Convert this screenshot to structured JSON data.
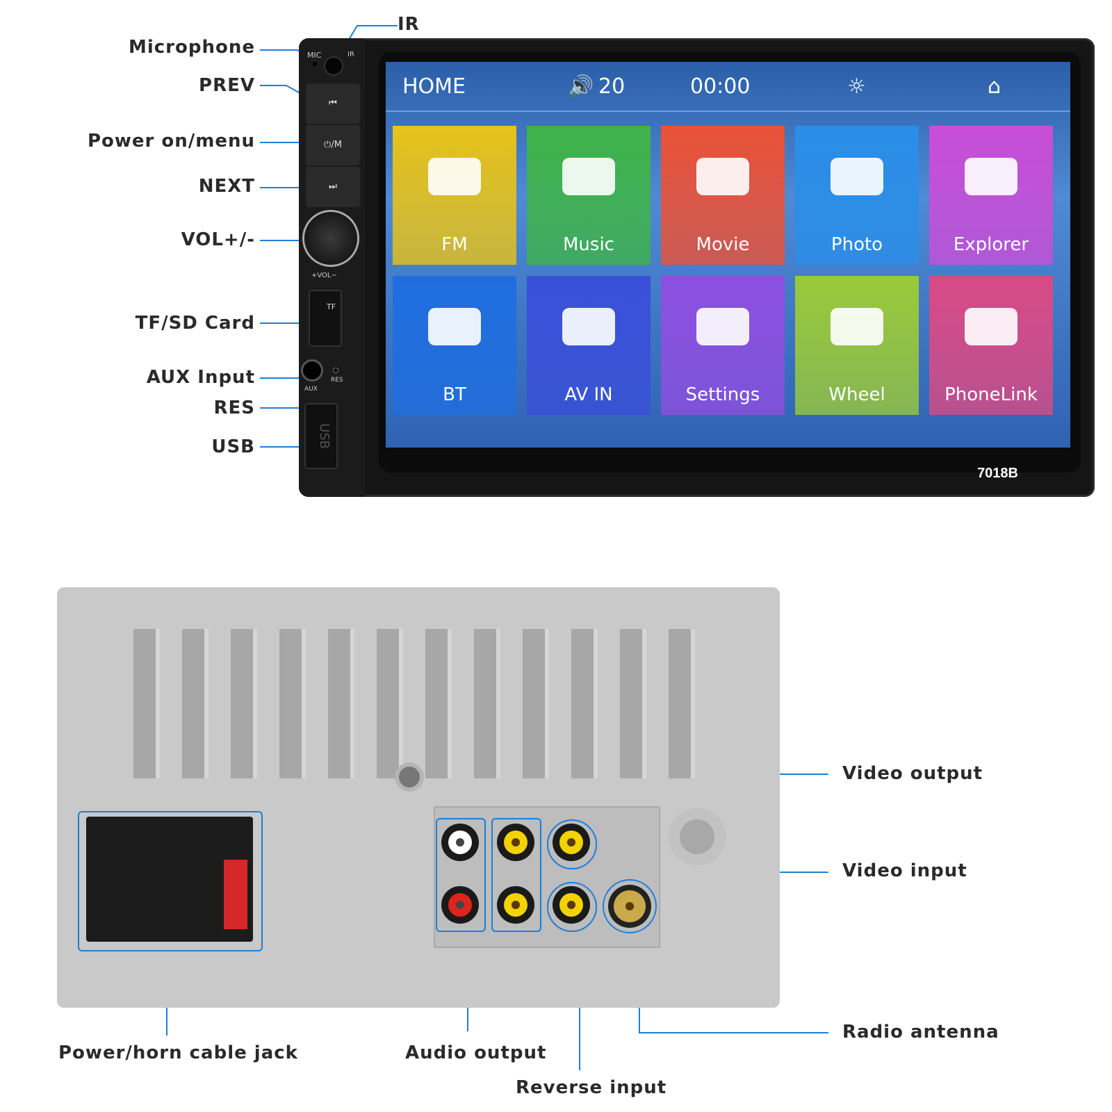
{
  "front_callouts": {
    "ir": "IR",
    "microphone": "Microphone",
    "prev": "PREV",
    "power_menu": "Power on/menu",
    "next": "NEXT",
    "volume": "VOL+/-",
    "tf_sd": "TF/SD Card",
    "aux": "AUX Input",
    "res": "RES",
    "usb": "USB"
  },
  "panel_labels": {
    "mic": "MIC",
    "ir": "IR",
    "power": "⏻/M",
    "vol": "+VOL−",
    "tf": "TF",
    "aux": "AUX",
    "res": "RES",
    "usb": "USB"
  },
  "screen": {
    "home_label": "HOME",
    "volume_value": "20",
    "clock": "00:00",
    "model": "7018B",
    "tiles": [
      {
        "label": "FM",
        "color": "#e6c21b"
      },
      {
        "label": "Music",
        "color": "#3fb34a"
      },
      {
        "label": "Movie",
        "color": "#ea5238"
      },
      {
        "label": "Photo",
        "color": "#2a8ee8"
      },
      {
        "label": "Explorer",
        "color": "#c94ed8"
      },
      {
        "label": "BT",
        "color": "#1f6ee0"
      },
      {
        "label": "AV IN",
        "color": "#3a4fd9"
      },
      {
        "label": "Settings",
        "color": "#8d4fe0"
      },
      {
        "label": "Wheel",
        "color": "#9ac93a"
      },
      {
        "label": "PhoneLink",
        "color": "#d84a86"
      }
    ]
  },
  "back_callouts": {
    "video_output": "Video output",
    "video_input": "Video input",
    "radio_antenna": "Radio antenna",
    "power_horn": "Power/horn cable jack",
    "audio_output": "Audio output",
    "reverse_input": "Reverse input"
  },
  "colors": {
    "leader_line": "#1f7ed6",
    "yellow_jack": "#f2d200",
    "white_jack": "#ffffff",
    "red_jack": "#e0241b",
    "antenna": "#c9a94a"
  }
}
